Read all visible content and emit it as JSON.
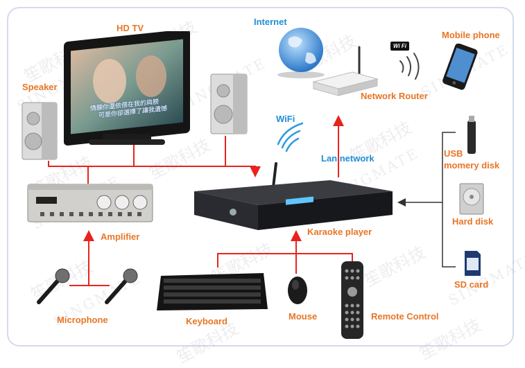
{
  "labels": {
    "hdtv": "HD TV",
    "internet": "Internet",
    "mobile": "Mobile phone",
    "speaker": "Speaker",
    "router": "Network Router",
    "wifi": "WiFi",
    "wifi_badge": "Wi Fi",
    "lan": "Lan network",
    "usb_line1": "USB",
    "usb_line2": "momery disk",
    "amplifier": "Amplifier",
    "karaoke": "Karaoke player",
    "hard_disk": "Hard disk",
    "sd_card": "SD card",
    "microphone": "Microphone",
    "keyboard": "Keyboard",
    "mouse": "Mouse",
    "remote": "Remote Control"
  },
  "tv_lyrics": {
    "line1": "情願你還依偎在我的肩膀",
    "line2": "可是你卻選擇了讓我遺憾"
  },
  "watermark": {
    "cn": "笙歌科技",
    "en": "SINGMATE"
  },
  "colors": {
    "label_orange": "#e87524",
    "label_blue": "#1f8ed8",
    "link_red": "#e8231d",
    "link_dark": "#333333"
  }
}
